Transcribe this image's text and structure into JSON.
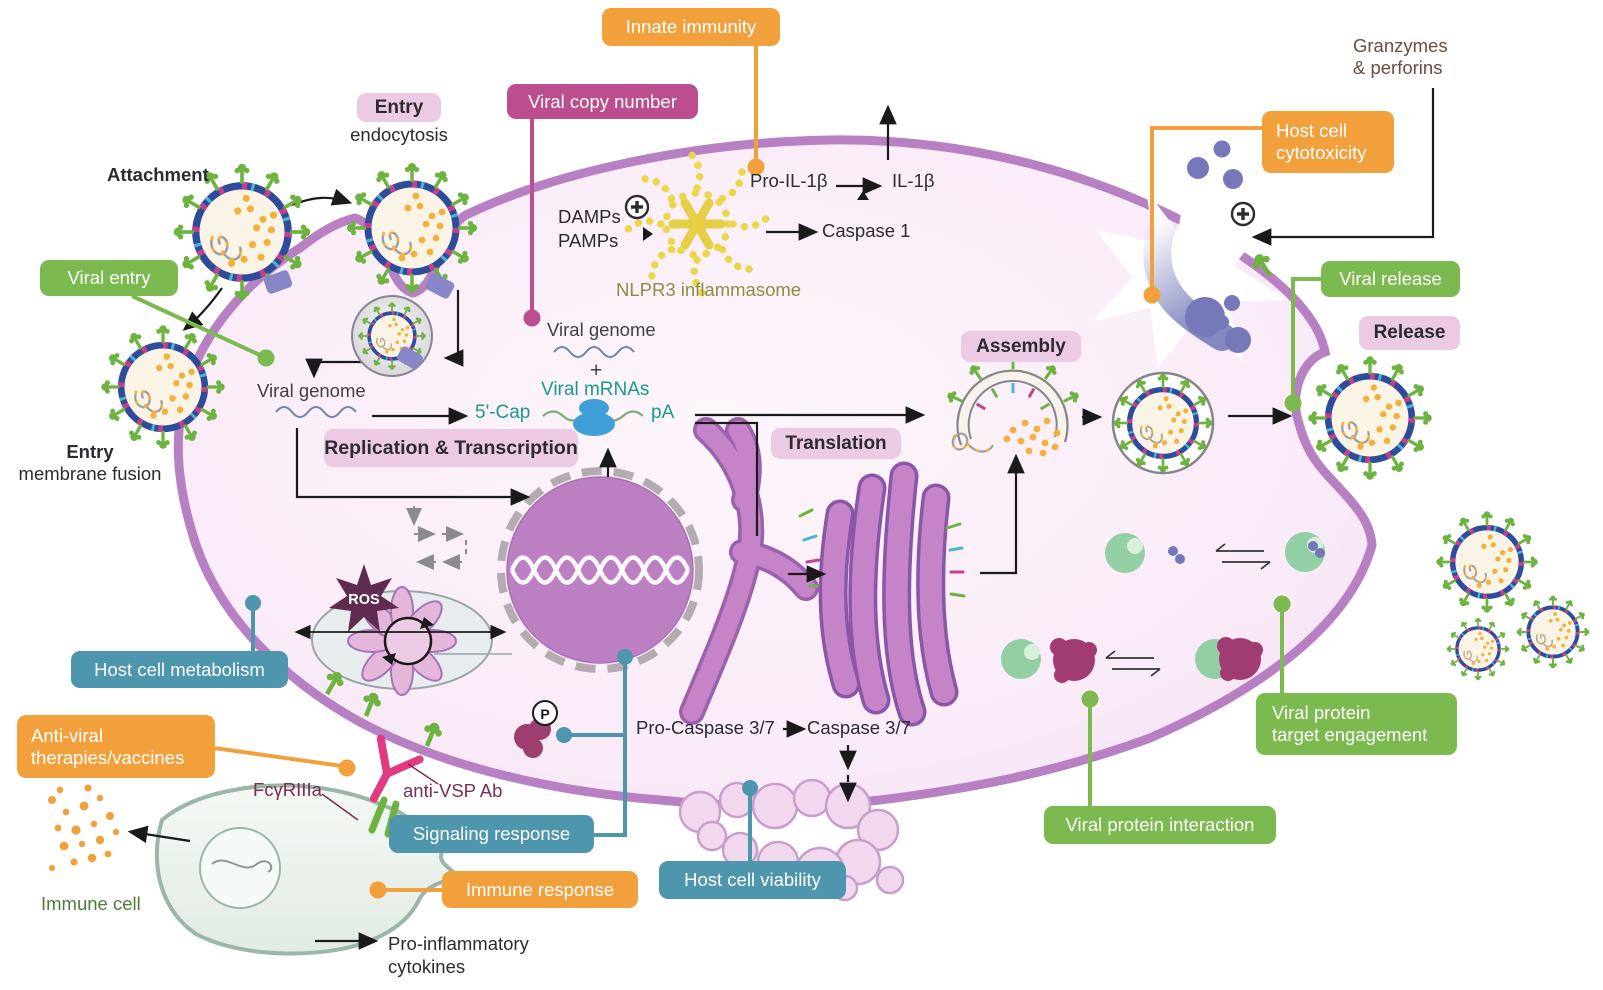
{
  "colors": {
    "orange": "#F2A03C",
    "magenta": "#BC4D8E",
    "green": "#7CB94E",
    "teal": "#4E96AD",
    "stage_pink": "#EDCAE3",
    "membrane_purple": "#B780C3",
    "teal_text": "#199A8C",
    "olive_text": "#8E8C42",
    "brown_text": "#6E4B41",
    "maroon_text": "#7C2D53",
    "immune_green_text": "#4E7C3B"
  },
  "assay_badges": {
    "viral_entry": {
      "label": "Viral entry"
    },
    "viral_copy_number": {
      "label": "Viral copy number"
    },
    "innate_immunity": {
      "label": "Innate immunity"
    },
    "host_cell_cytotoxicity": {
      "line1": "Host cell",
      "line2": "cytotoxicity"
    },
    "viral_release": {
      "label": "Viral release"
    },
    "host_cell_metabolism": {
      "label": "Host cell metabolism"
    },
    "anti_viral": {
      "line1": "Anti-viral",
      "line2": "therapies/vaccines"
    },
    "signaling_response": {
      "label": "Signaling response"
    },
    "immune_response": {
      "label": "Immune response"
    },
    "host_cell_viability": {
      "label": "Host cell viability"
    },
    "viral_protein_interaction": {
      "label": "Viral protein interaction"
    },
    "viral_protein_target": {
      "line1": "Viral protein",
      "line2": "target engagement"
    }
  },
  "stage_badges": {
    "entry": {
      "label": "Entry"
    },
    "replication": {
      "label": "Replication & Transcription"
    },
    "translation": {
      "label": "Translation"
    },
    "assembly": {
      "label": "Assembly"
    },
    "release": {
      "label": "Release"
    }
  },
  "labels": {
    "endocytosis": "endocytosis",
    "attachment": "Attachment",
    "entry_fusion_title": "Entry",
    "entry_fusion_sub": "membrane fusion",
    "viral_genome_left": "Viral genome",
    "viral_genome_center": "Viral genome",
    "plus": "+",
    "viral_mrnas": "Viral mRNAs",
    "cap": "5'-Cap",
    "pa": "pA",
    "damps": "DAMPs",
    "pamps": "PAMPs",
    "nlpr3": "NLPR3 inflammasome",
    "pro_il1b": "Pro-IL-1β",
    "il1b": "IL-1β",
    "caspase1": "Caspase 1",
    "granzymes_line1": "Granzymes",
    "granzymes_line2": "& perforins",
    "pro_caspase": "Pro-Caspase 3/7",
    "caspase37": "Caspase 3/7",
    "fcgriiia": "FcγRIIIa",
    "anti_vsp": "anti-VSP Ab",
    "immune_cell": "Immune cell",
    "pro_inflammatory_line1": "Pro-inflammatory",
    "pro_inflammatory_line2": "cytokines",
    "ros": "ROS",
    "p_circle": "P"
  }
}
